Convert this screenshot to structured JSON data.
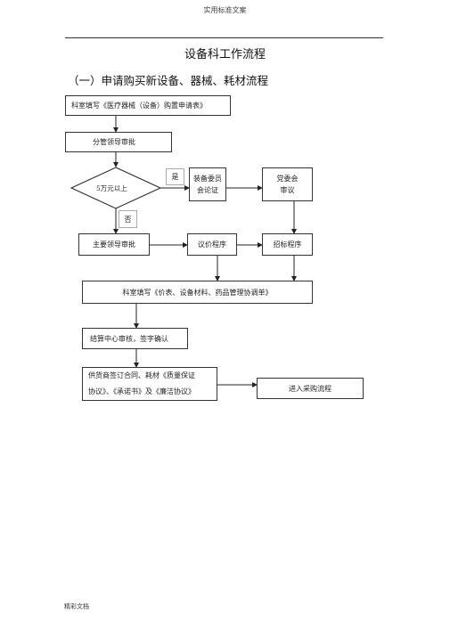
{
  "header": {
    "text": "实用标准文案"
  },
  "title": "设备科工作流程",
  "section_title": "（一）申请购买新设备、器械、耗材流程",
  "flow": {
    "apply_form": "科室填写《医疗器械（设备）购置申请表》",
    "leader_review": "分管领导审批",
    "decision": "5万元以上",
    "yes_label": "是",
    "no_label": "否",
    "committee": [
      "装备委员",
      "会论证"
    ],
    "party_committee": [
      "党委会",
      "审议"
    ],
    "main_leader": "主要领导审批",
    "price_negotiation": "议价程序",
    "tender": "招标程序",
    "coordination_form": "科室填写《价表、设备材料、药品管理协调单》",
    "settlement": "结算中心审核，签字确认",
    "supplier_contract": [
      "供货商签订合同、耗材《质量保证",
      "协议》、《承诺书》及《廉洁协议》"
    ],
    "procurement": "进入采购流程"
  },
  "footer": {
    "text": "精彩文档"
  }
}
